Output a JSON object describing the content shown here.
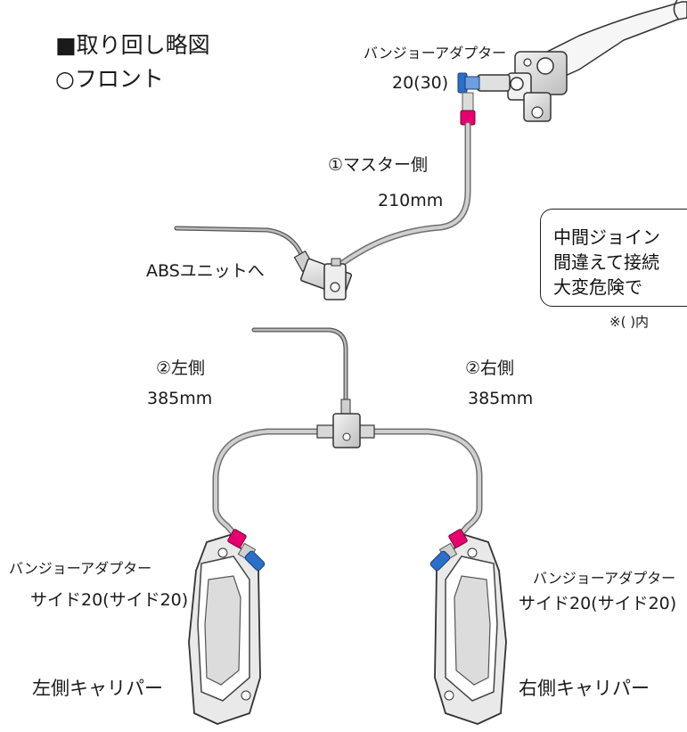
{
  "heading": {
    "title": "■取り回し略図",
    "subtitle": "○フロント"
  },
  "top_adapter": {
    "name": "バンジョーアダプター",
    "size": "20(30)"
  },
  "master_hose": {
    "label": "①マスター側",
    "length": "210mm"
  },
  "abs_label": "ABSユニットへ",
  "left_hose": {
    "label": "②左側",
    "length": "385mm"
  },
  "right_hose": {
    "label": "②右側",
    "length": "385mm"
  },
  "left_adapter": {
    "name": "バンジョーアダプター",
    "size": "サイド20(サイド20)"
  },
  "right_adapter": {
    "name": "バンジョーアダプター",
    "size": "サイド20(サイド20)"
  },
  "left_caliper_label": "左側キャリパー",
  "right_caliper_label": "右側キャリパー",
  "note": {
    "lines": [
      "中間ジョイン",
      "間違えて接続",
      "大変危険で"
    ],
    "footnote": "※(  )内"
  },
  "colors": {
    "hose": "#c2c2c2",
    "hose_outline": "#6f6f6f",
    "fitting_pink": "#e5006e",
    "fitting_blue": "#2a6fc9",
    "metal": "#e6e6e6"
  }
}
